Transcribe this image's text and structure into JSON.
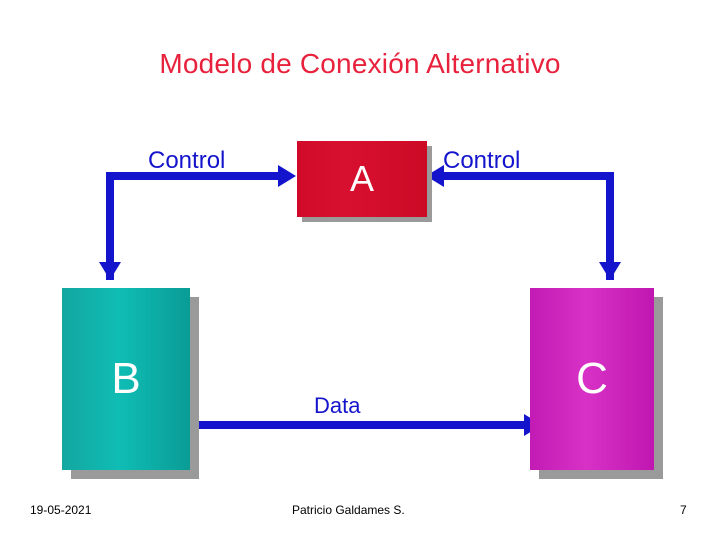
{
  "slide": {
    "title": "Modelo de Conexión Alternativo",
    "accent_blue": "#1414cd",
    "title_color": "#e8223c"
  },
  "diagram": {
    "nodes": [
      {
        "id": "a",
        "label": "A",
        "color": "#d10a2a"
      },
      {
        "id": "b",
        "label": "B",
        "color": "#0fbdb4"
      },
      {
        "id": "c",
        "label": "C",
        "color": "#d831c6"
      }
    ],
    "edges": [
      {
        "id": "left-control",
        "label": "Control",
        "from": "A",
        "to": "B",
        "direction": "bidirectional-path"
      },
      {
        "id": "right-control",
        "label": "Control",
        "from": "A",
        "to": "C",
        "direction": "bidirectional-path"
      },
      {
        "id": "data",
        "label": "Data",
        "from": "B",
        "to": "C",
        "direction": "both"
      }
    ]
  },
  "footer": {
    "date": "19-05-2021",
    "author": "Patricio Galdames S.",
    "page": "7"
  }
}
